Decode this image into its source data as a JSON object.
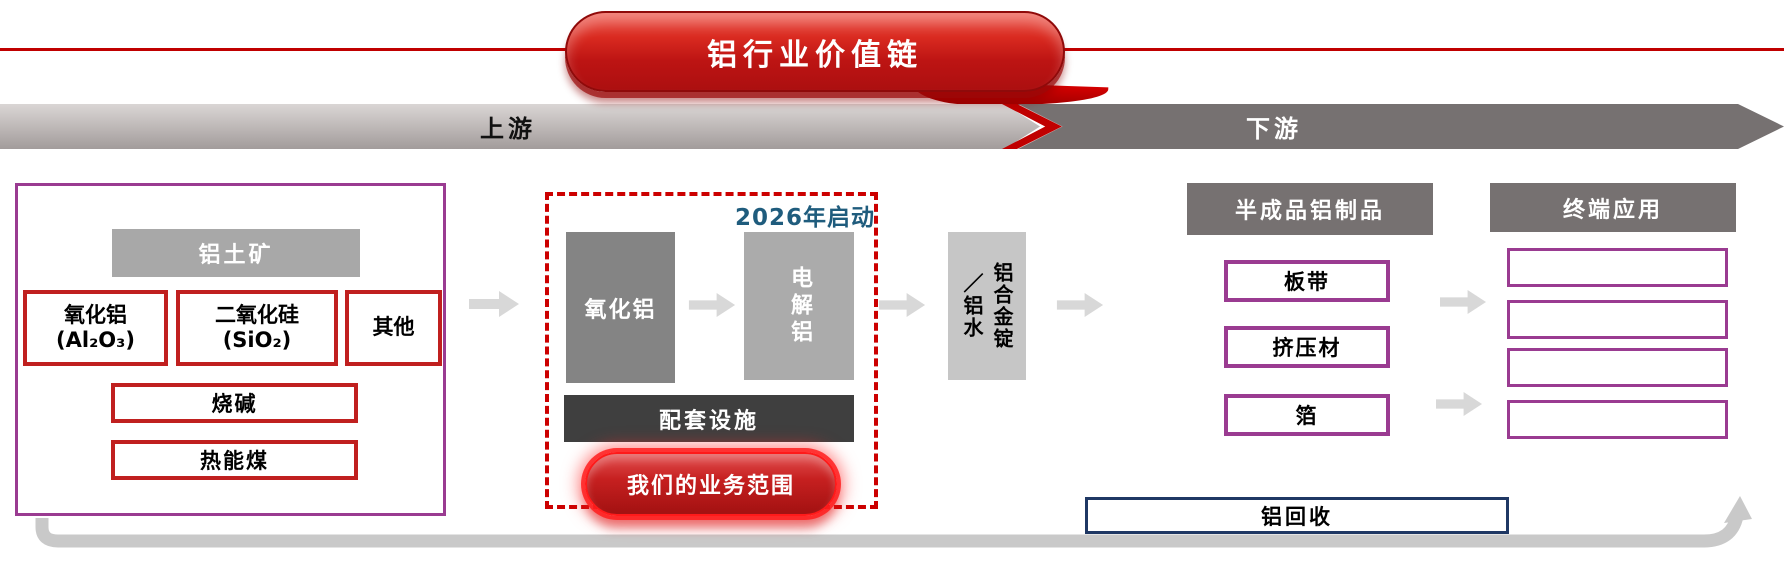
{
  "title": "铝行业价值链",
  "stages": {
    "upstream": "上游",
    "downstream": "下游"
  },
  "raw_materials": {
    "bauxite": "铝土矿",
    "components": [
      {
        "name": "氧化铝",
        "formula": "(Al₂O₃)"
      },
      {
        "name": "二氧化硅",
        "formula": "(SiO₂)"
      },
      {
        "name": "其他",
        "formula": ""
      }
    ],
    "auxiliary_inputs": [
      "烧碱",
      "热能煤"
    ]
  },
  "our_scope": {
    "launch_note": "2026年启动",
    "alumina": "氧化铝",
    "electrolytic_aluminum": "电解铝",
    "supporting_facilities": "配套设施",
    "badge": "我们的业务范围"
  },
  "intermediate": {
    "alloy_ingot": "铝合金锭\n／铝水"
  },
  "semi_finished": {
    "header": "半成品铝制品",
    "items": [
      "板带",
      "挤压材",
      "箔"
    ]
  },
  "end_use": {
    "header": "终端应用",
    "empty_slots": 4
  },
  "recycling": "铝回收",
  "colors": {
    "accent_red": "#C00000",
    "border_red": "#C0201F",
    "border_purple": "#9A3B91",
    "border_navy": "#1F3864",
    "note_blue": "#1F5C7D",
    "band_dark_gray": "#767171"
  }
}
